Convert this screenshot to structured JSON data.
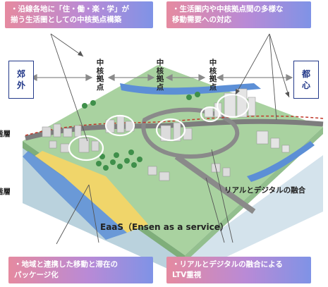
{
  "callouts": {
    "top_left": {
      "line1": "・沿線各地に「住・働・楽・学」が",
      "line2": "揃う生活圏としての中核拠点構築"
    },
    "top_right": {
      "line1": "・生活圏内や中核拠点間の多様な",
      "line2": "移動需要への対応"
    },
    "bottom_left": {
      "line1": "・地域と連携した移動と滞在の",
      "line2": "パッケージ化"
    },
    "bottom_right": {
      "line1": "・リアルとデジタルの融合による",
      "line2": "LTV重視"
    }
  },
  "side_boxes": {
    "left": {
      "c1": "郊",
      "c2": "外"
    },
    "right": {
      "c1": "都",
      "c2": "心"
    }
  },
  "hubs": [
    {
      "c1": "中",
      "c2": "核",
      "c3": "拠",
      "c4": "点"
    },
    {
      "c1": "中",
      "c2": "核",
      "c3": "拠",
      "c4": "点"
    },
    {
      "c1": "中",
      "c2": "核",
      "c3": "拠",
      "c4": "点"
    }
  ],
  "labels": {
    "layer_upper": "階層",
    "layer_lower": "階層",
    "real_digital": "リアルとデジタルの融合",
    "eaas": "EaaS（Ensen as a service）"
  },
  "colors": {
    "callout_from": "#e58aa0",
    "callout_to": "#7f93e6",
    "side_box_border": "#243a8a",
    "ground": "#a9d2a0",
    "water": "#5c8fd6",
    "road": "#7d7d7d",
    "sea": "#cfe0ea"
  }
}
